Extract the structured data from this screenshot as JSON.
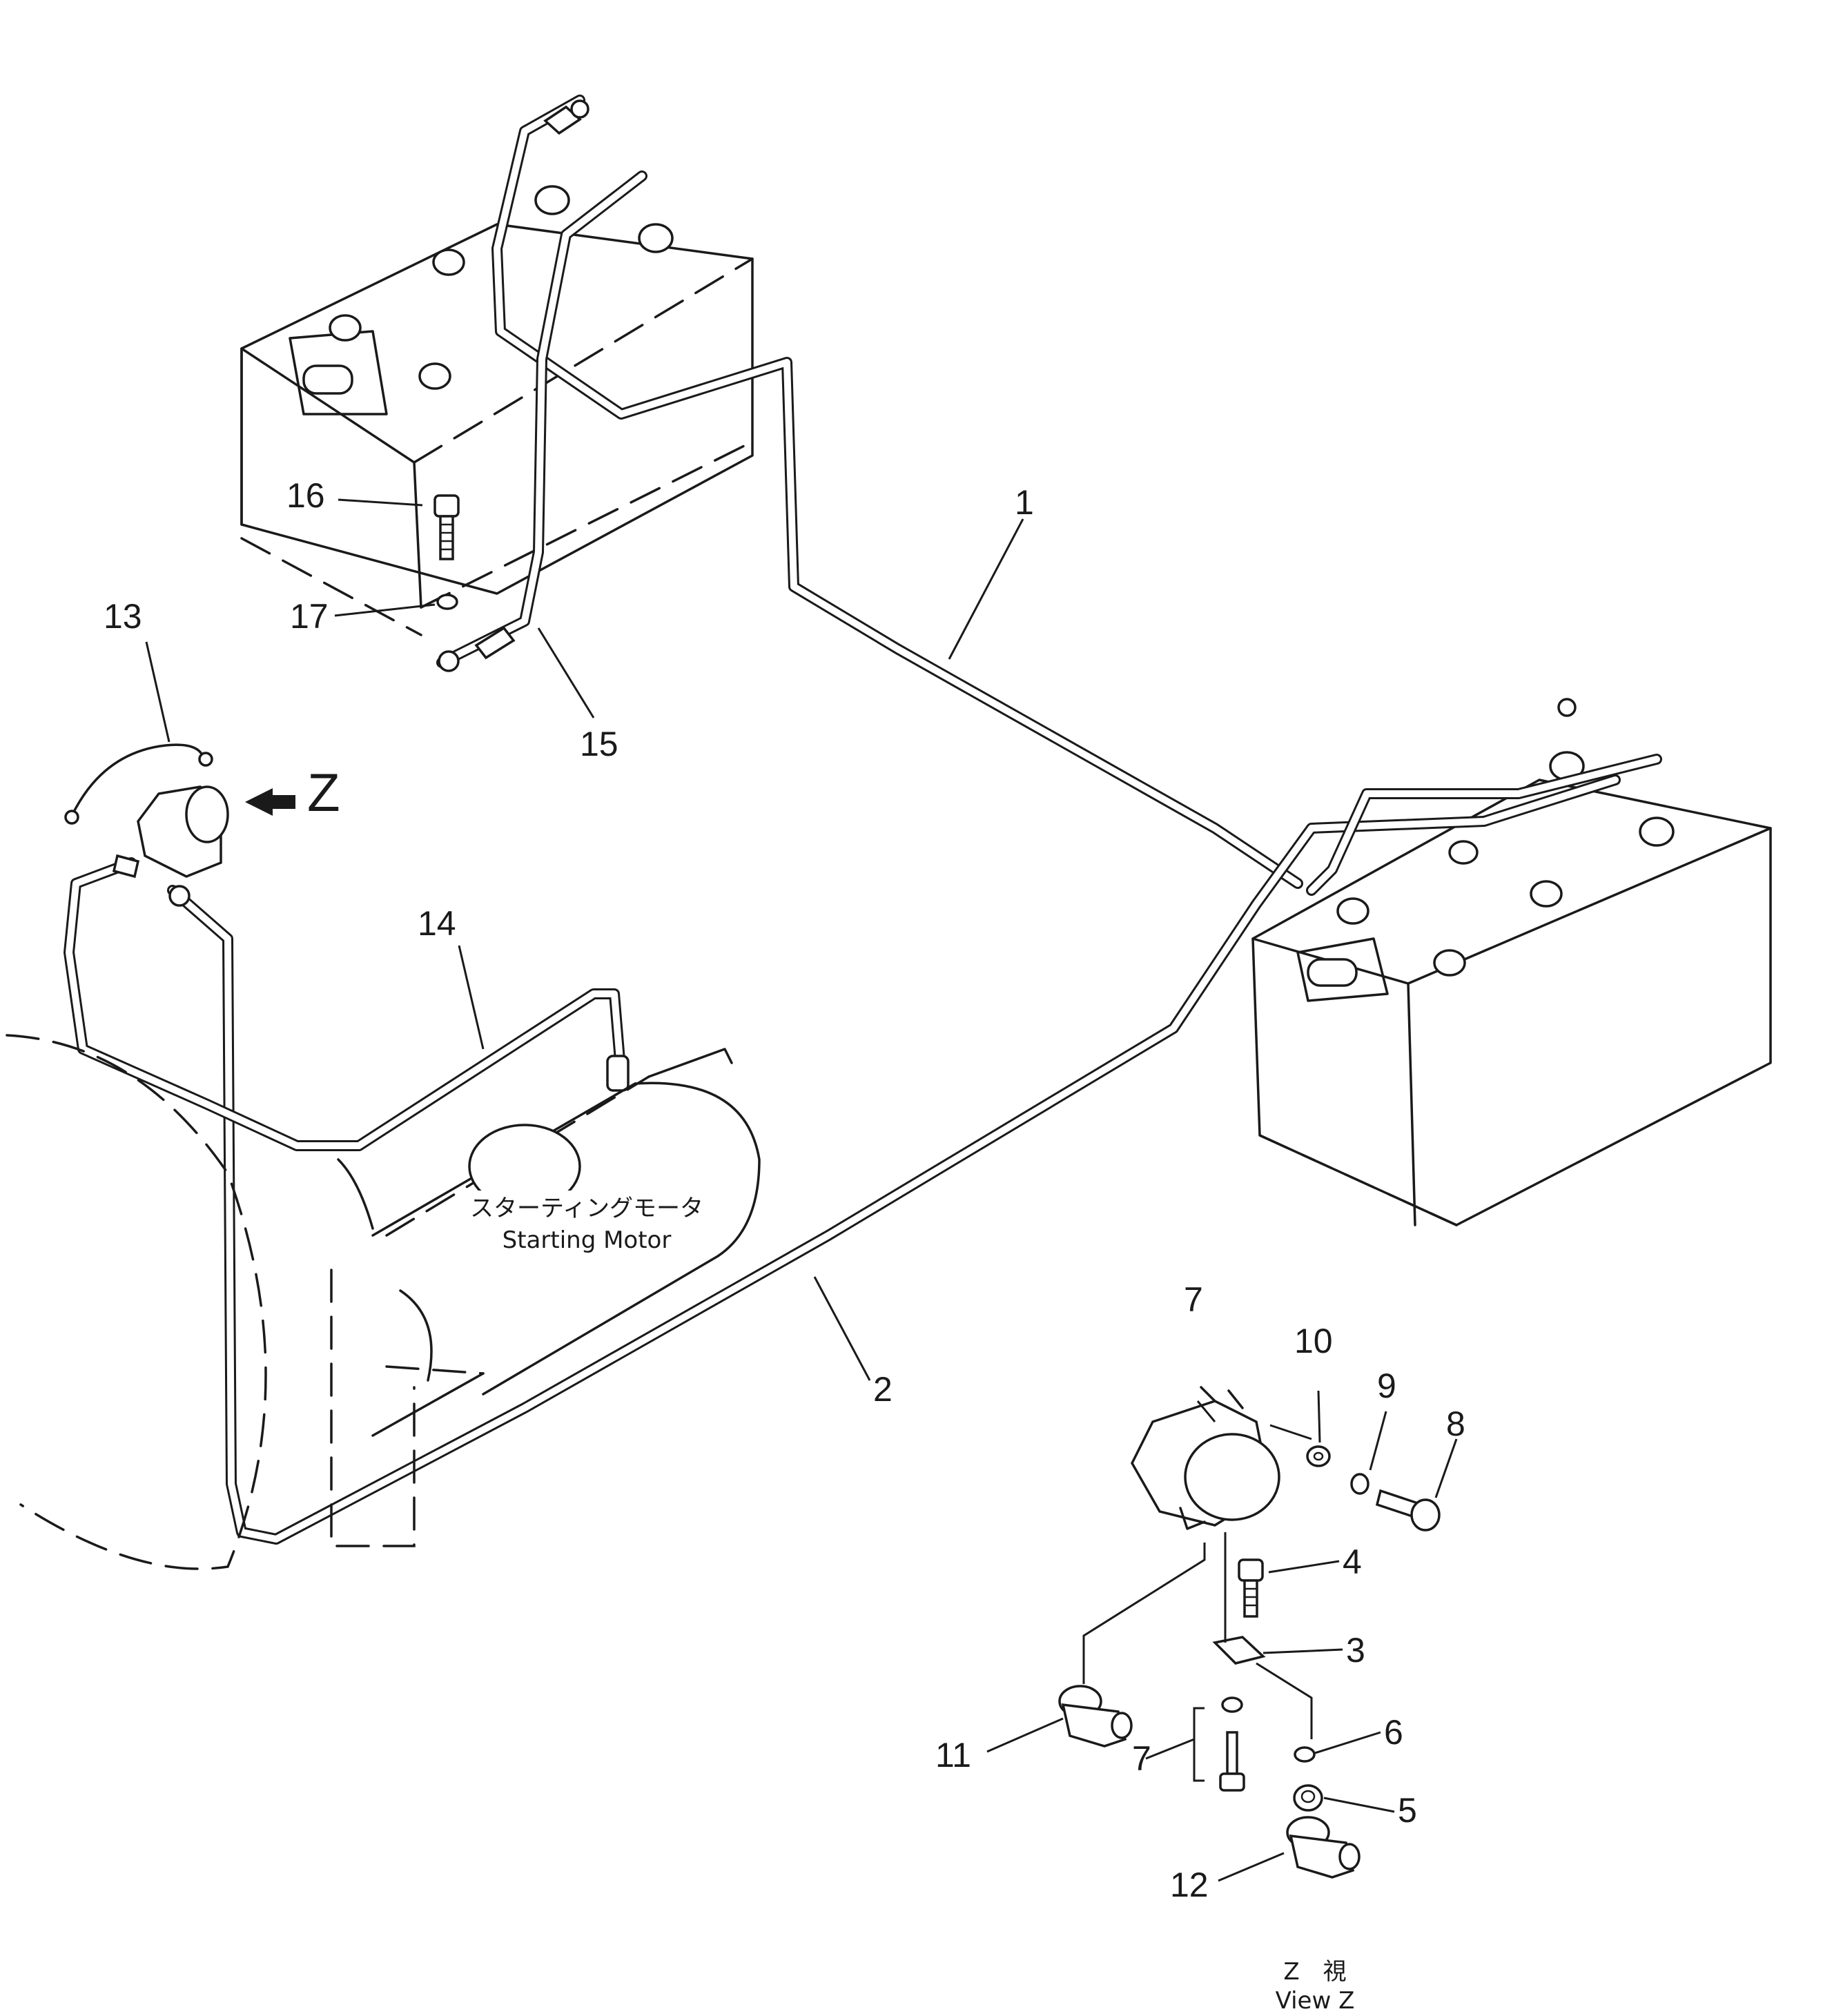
{
  "diagram": {
    "view_marker": "Z",
    "starting_motor": {
      "label_jp": "スターティングモータ",
      "label_en": "Starting Motor"
    },
    "view_caption": {
      "jp": "Z　視",
      "en": "View Z"
    },
    "callouts": [
      {
        "id": "1",
        "text": "1"
      },
      {
        "id": "2",
        "text": "2"
      },
      {
        "id": "3",
        "text": "3"
      },
      {
        "id": "4",
        "text": "4"
      },
      {
        "id": "5",
        "text": "5"
      },
      {
        "id": "6",
        "text": "6"
      },
      {
        "id": "7a",
        "text": "7"
      },
      {
        "id": "7b",
        "text": "7"
      },
      {
        "id": "8",
        "text": "8"
      },
      {
        "id": "9",
        "text": "9"
      },
      {
        "id": "10",
        "text": "10"
      },
      {
        "id": "11",
        "text": "11"
      },
      {
        "id": "12",
        "text": "12"
      },
      {
        "id": "13",
        "text": "13"
      },
      {
        "id": "14",
        "text": "14"
      },
      {
        "id": "15",
        "text": "15"
      },
      {
        "id": "16",
        "text": "16"
      },
      {
        "id": "17",
        "text": "17"
      }
    ]
  }
}
